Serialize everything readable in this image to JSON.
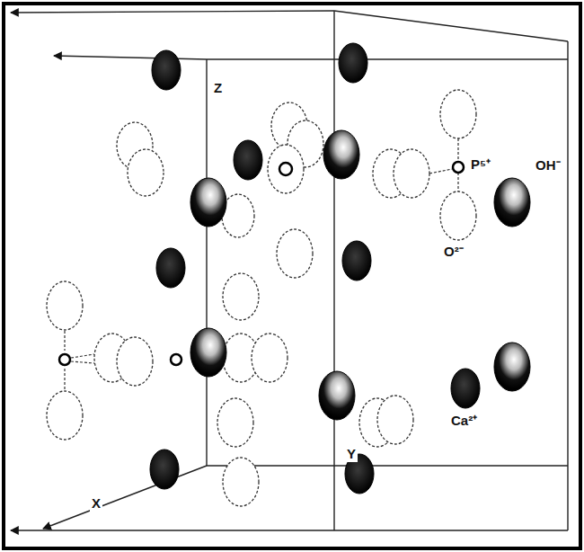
{
  "diagram": {
    "labels": [
      "Z",
      "P⁵⁺",
      "OH⁻",
      "O²⁻",
      "Ca²⁺",
      "Y",
      "X"
    ]
  }
}
